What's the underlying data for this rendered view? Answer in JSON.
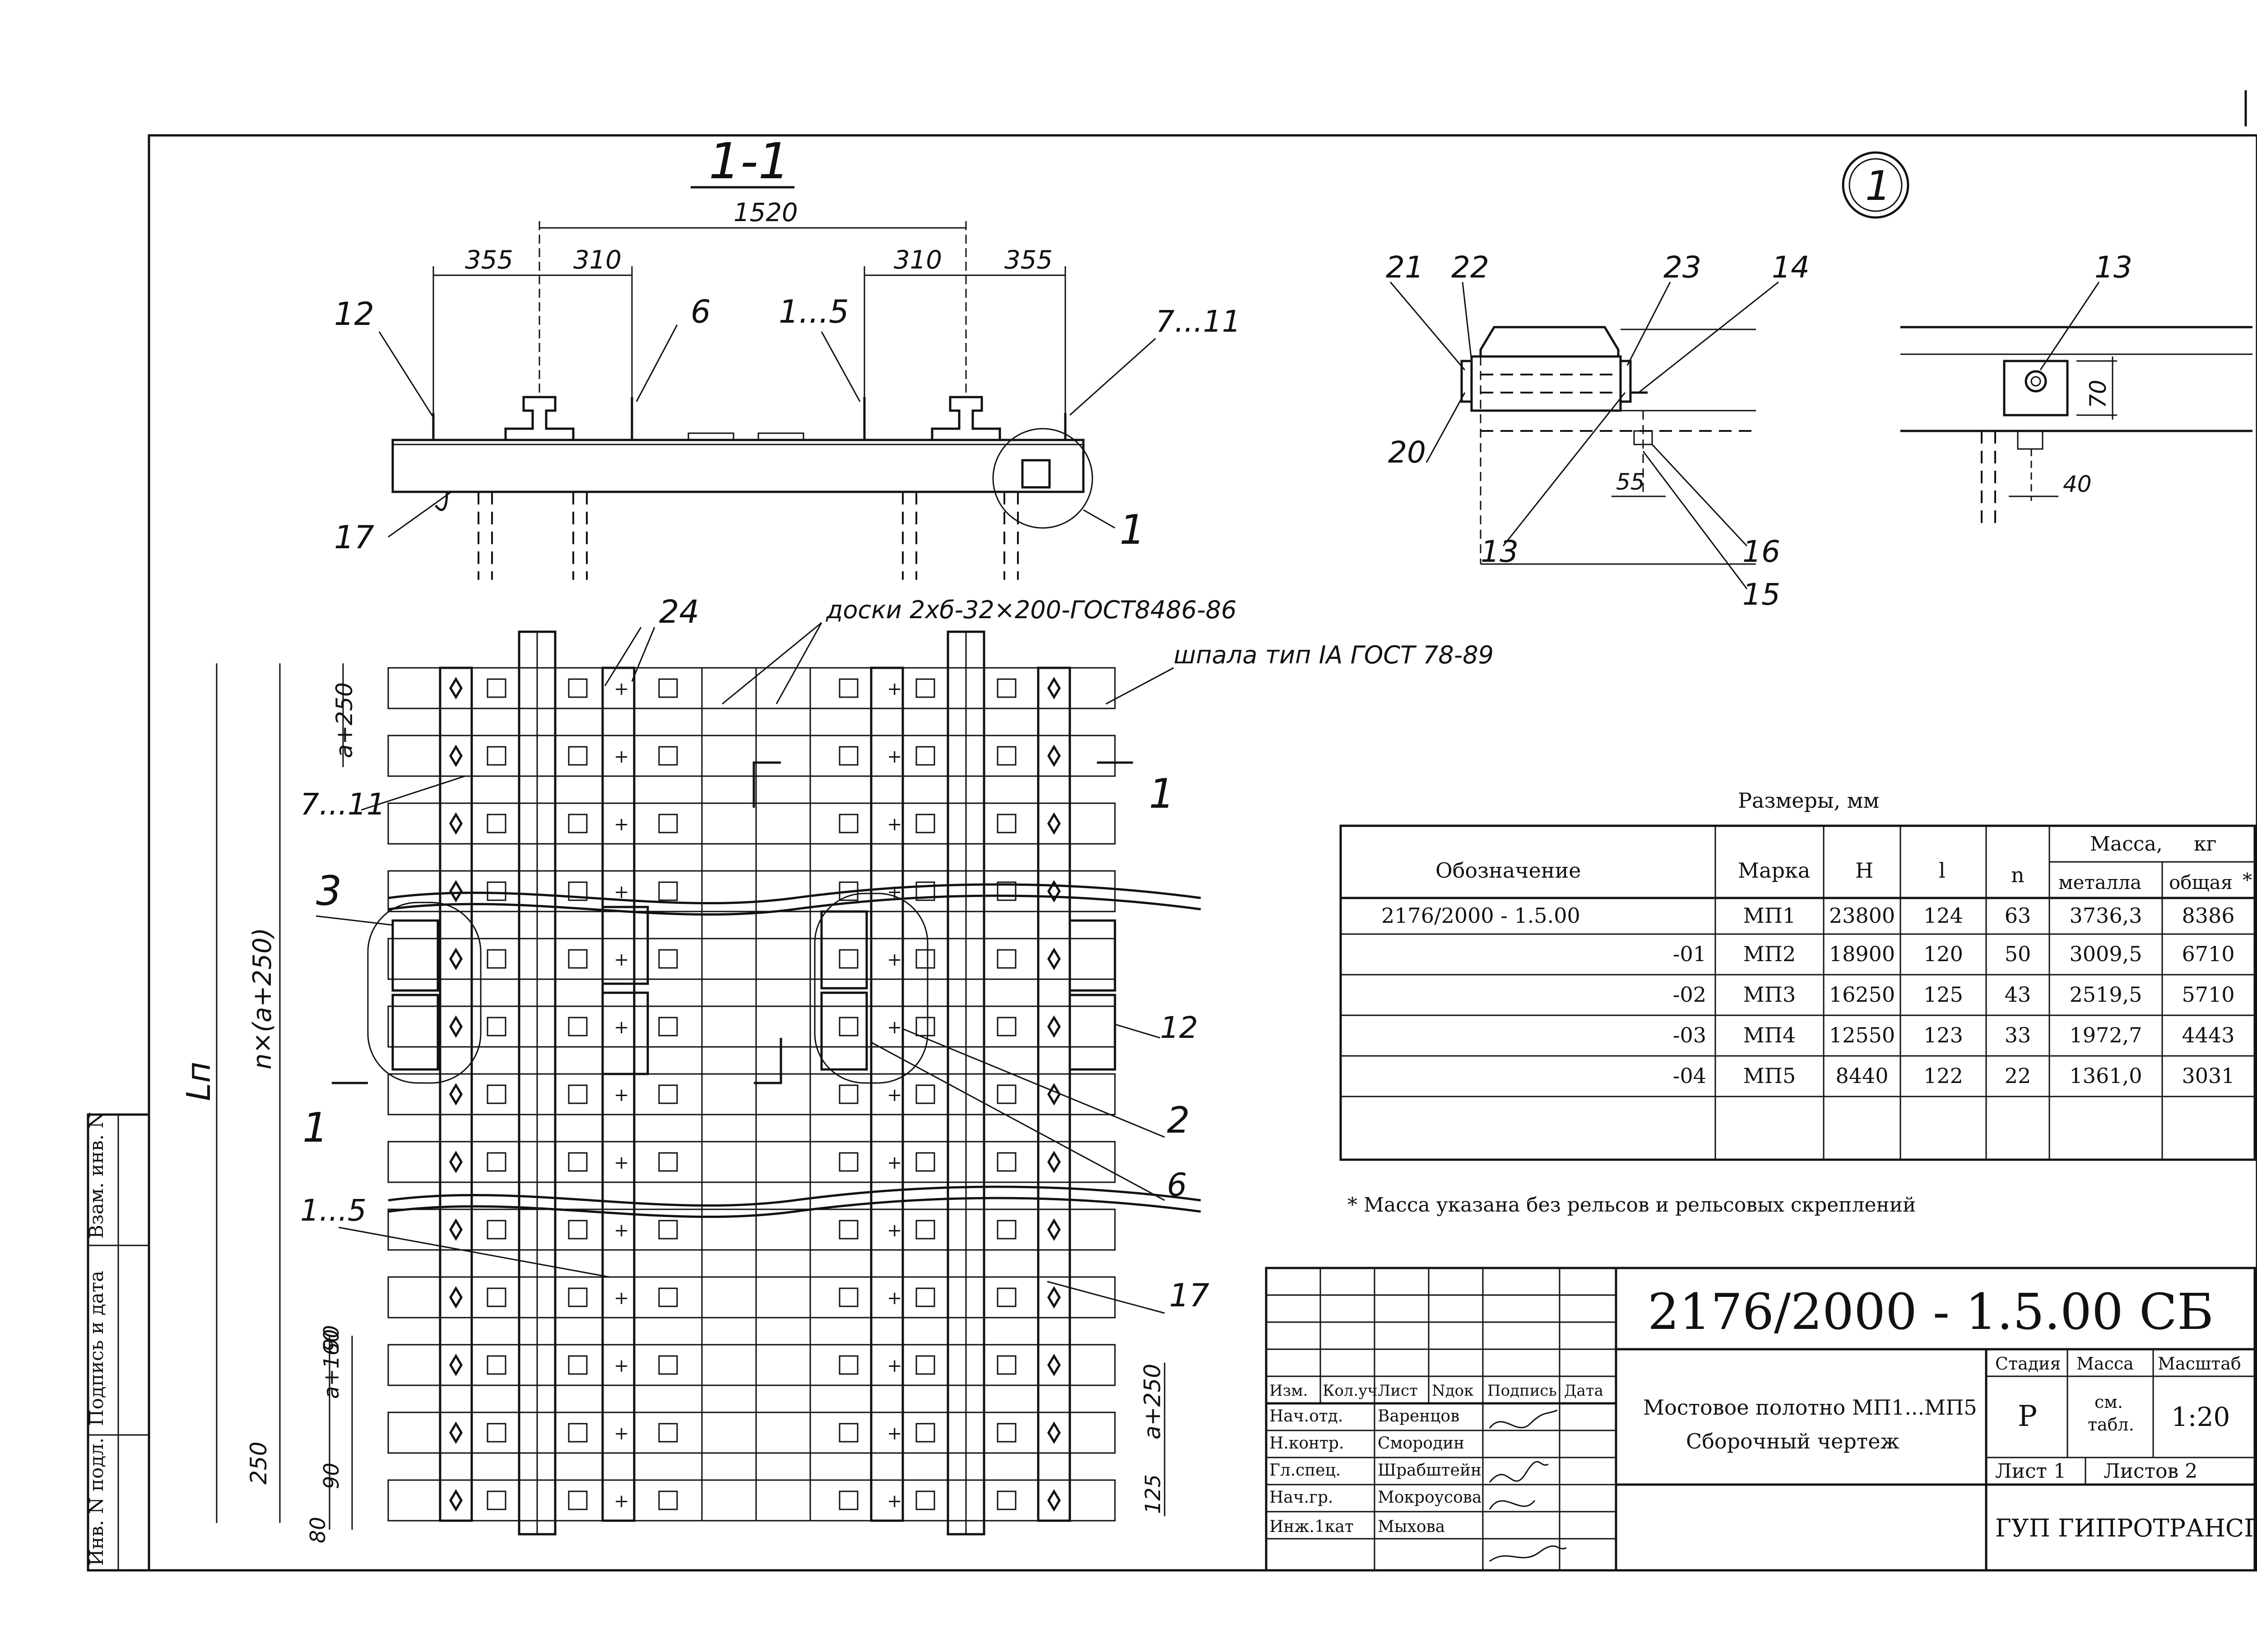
{
  "section": {
    "title": "1-1",
    "dim_total": "1520",
    "dim_left_outer": "355",
    "dim_left_inner": "310",
    "dim_right_inner": "310",
    "dim_right_outer": "355",
    "callouts": [
      "12",
      "6",
      "1...5",
      "7...11",
      "17",
      "1"
    ]
  },
  "detail1": {
    "title": "1",
    "callouts": [
      "21",
      "22",
      "23",
      "14",
      "20",
      "13",
      "16",
      "15",
      "13"
    ],
    "dim_55": "55",
    "dim_70": "70",
    "dim_40": "40"
  },
  "plan": {
    "boards_note": "доски 2хб-32×200-ГОСТ8486-86",
    "sleeper_note": "шпала тип IA ГОСТ 78-89",
    "callouts": [
      "24",
      "7...11",
      "3",
      "1",
      "1",
      "1...5",
      "12",
      "2",
      "6",
      "17"
    ],
    "dims": [
      "a+250",
      "n×(a+250)",
      "Lп",
      "250",
      "a+160",
      "90",
      "90",
      "80",
      "a+250",
      "125"
    ]
  },
  "table": {
    "caption": "Размеры, мм",
    "headers": [
      "Обозначение",
      "Марка",
      "H",
      "l",
      "n",
      "Масса,",
      "кг",
      "металла",
      "общая",
      "*"
    ],
    "rows": [
      [
        "2176/2000 - 1.5.00",
        "МП1",
        "23800",
        "124",
        "63",
        "3736,3",
        "8386"
      ],
      [
        "-01",
        "МП2",
        "18900",
        "120",
        "50",
        "3009,5",
        "6710"
      ],
      [
        "-02",
        "МП3",
        "16250",
        "125",
        "43",
        "2519,5",
        "5710"
      ],
      [
        "-03",
        "МП4",
        "12550",
        "123",
        "33",
        "1972,7",
        "4443"
      ],
      [
        "-04",
        "МП5",
        "8440",
        "122",
        "22",
        "1361,0",
        "3031"
      ]
    ],
    "footnote": "*  Масса указана без рельсов и рельсовых скреплений"
  },
  "stamp": {
    "doc_number": "2176/2000 - 1.5.00 СБ",
    "title_line1": "Мостовое полотно МП1...МП5",
    "title_line2": "Сборочный чертеж",
    "col_headers": [
      "Изм.",
      "Кол.уч",
      "Лист",
      "Nдок",
      "Подпись",
      "Дата"
    ],
    "roles": [
      "Нач.отд.",
      "Н.контр.",
      "Гл.спец.",
      "Нач.гр.",
      "Инж.1кат"
    ],
    "names": [
      "Варенцов",
      "Смородин",
      "Шрабштейн",
      "Мокроусова",
      "Мыхова"
    ],
    "stage_label": "Стадия",
    "mass_label": "Масса",
    "scale_label": "Масштаб",
    "stage": "Р",
    "mass_line1": "см.",
    "mass_line2": "табл.",
    "scale": "1:20",
    "sheet": "Лист 1",
    "sheets": "Листов 2",
    "org": "ГУП ГИПРОТРАНСПУТЬ"
  },
  "side_stamp": [
    "Инв. N подл.",
    "Подпись и дата",
    "Взам. инв. N"
  ]
}
